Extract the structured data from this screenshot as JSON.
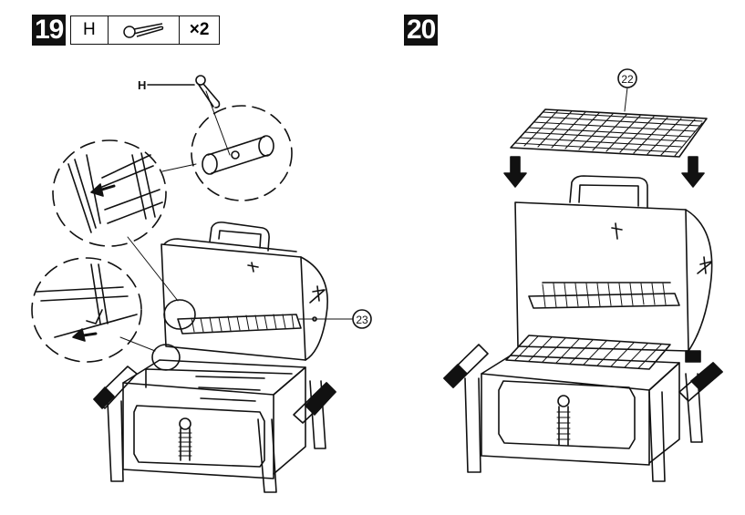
{
  "step19": {
    "number": "19",
    "part_letter": "H",
    "part_quantity": "×2",
    "callout_letter": "H",
    "callout_part": "23"
  },
  "step20": {
    "number": "20",
    "callout_part": "22"
  },
  "icons": [
    "hitch-pin-clip-icon",
    "down-arrow-icon",
    "left-arrow-icon"
  ]
}
